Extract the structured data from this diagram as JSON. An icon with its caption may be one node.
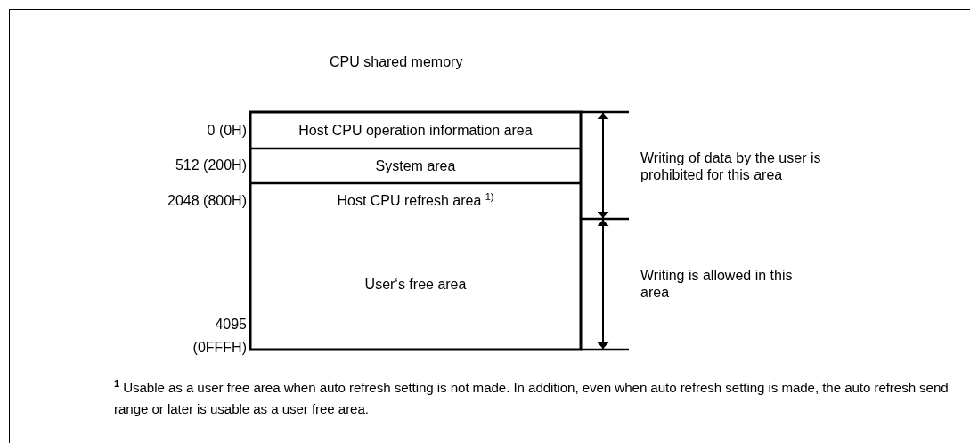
{
  "diagram": {
    "title": "CPU shared memory",
    "nodes": [
      {
        "text": [
          "Host CPU operation information area"
        ]
      },
      {
        "text": [
          "System area"
        ]
      },
      {
        "text": [
          "Host CPU refresh area $^{1)}$"
        ]
      },
      {
        "text": [
          "User‘s free area"
        ]
      }
    ],
    "labels": [
      "0 (0H)",
      "512 (200H)",
      "2048 (800H)",
      "4095 (0FFFH)",
      "Writing of data by the user is prohibited for this area",
      "Writing is allowed in this area",
      "$^{1}$ Usable as a user free area when auto refresh setting is not made. In addition, even when auto refresh setting is made, the auto refresh send range or later is usable as a user free area."
    ]
  }
}
